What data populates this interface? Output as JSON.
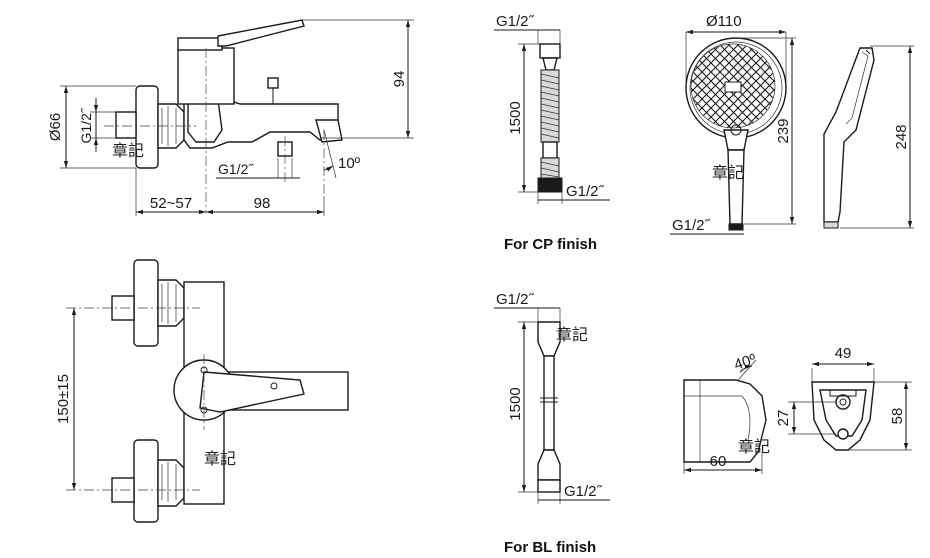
{
  "mixer_side": {
    "dia_body": "Ø66",
    "thread_inlet": "G1/2˝",
    "height": "94",
    "thread_outlet": "G1/2˝",
    "spout_angle": "10º",
    "offset": "52~57",
    "spout_reach": "98",
    "stamp": "章記"
  },
  "mixer_top": {
    "centers": "150±15",
    "stamp": "章記"
  },
  "hose_cp": {
    "thread_top": "G1/2˝",
    "length": "1500",
    "thread_bottom": "G1/2˝",
    "caption": "For CP finish"
  },
  "hose_bl": {
    "thread_top": "G1/2˝",
    "length": "1500",
    "thread_bottom": "G1/2˝",
    "caption": "For BL finish",
    "stamp": "章記"
  },
  "hand_shower": {
    "diameter": "Ø110",
    "length_front": "239",
    "length_side": "248",
    "thread": "G1/2˝",
    "stamp": "章記"
  },
  "holder": {
    "angle": "40º",
    "depth": "60",
    "width": "49",
    "hole_offset": "27",
    "height": "58",
    "stamp": "章記"
  }
}
